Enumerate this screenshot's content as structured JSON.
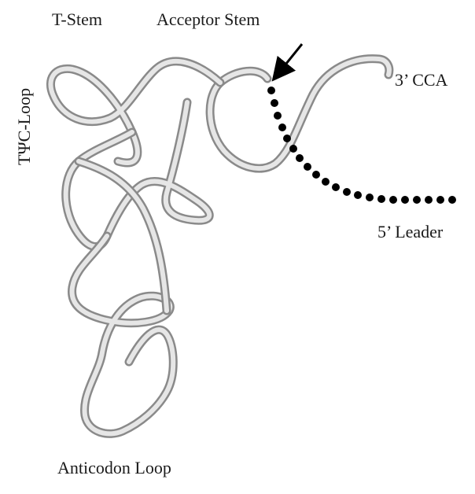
{
  "labels": {
    "t_stem": "T-Stem",
    "acceptor_stem": "Acceptor Stem",
    "tpsic_loop": "TΨC-Loop",
    "cca": "3’ CCA",
    "leader": "5’ Leader",
    "anticodon_loop": "Anticodon Loop"
  },
  "colors": {
    "ribbon_dark": "#8a8a8a",
    "ribbon_light": "#e6e6e6",
    "dots": "#000000",
    "arrow": "#000000"
  }
}
